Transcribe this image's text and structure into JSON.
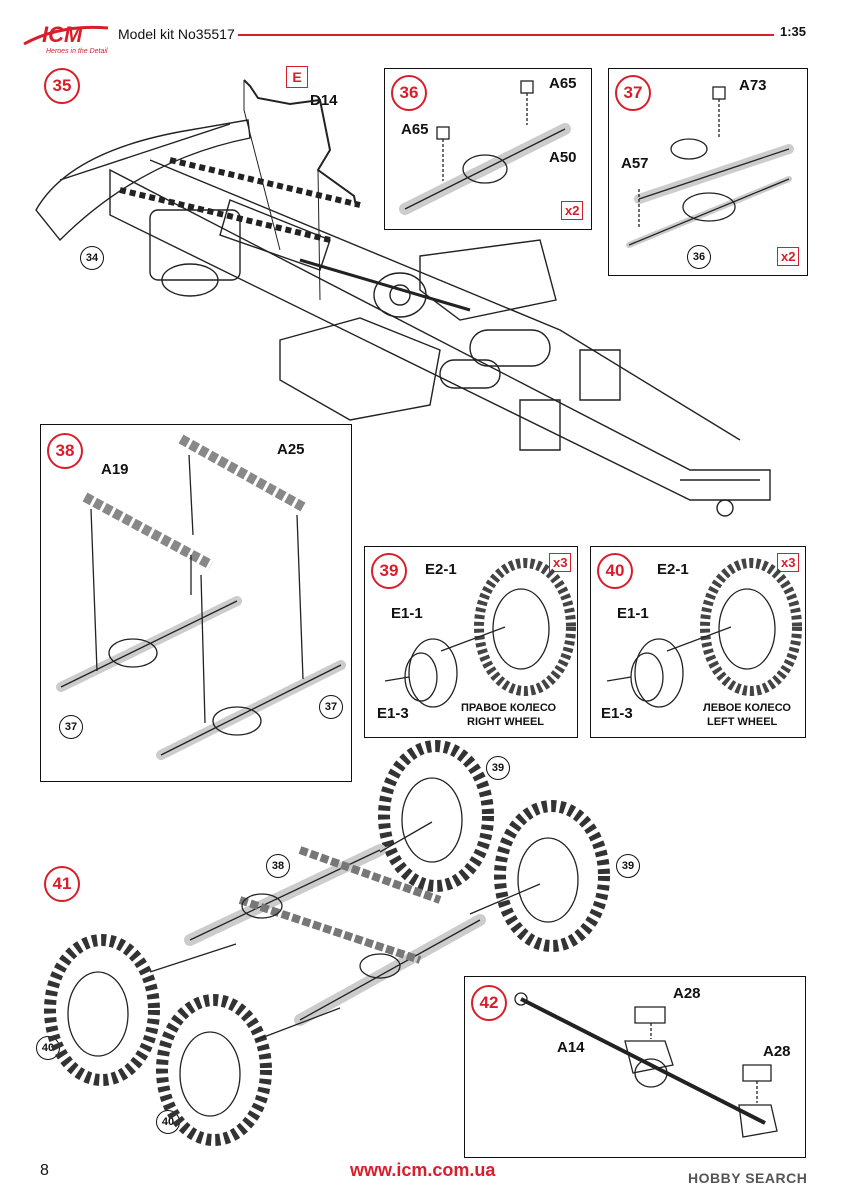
{
  "header": {
    "brand": "ICM",
    "tagline": "Heroes in the Detail",
    "kit_label": "Model kit No35517",
    "scale": "1:35"
  },
  "steps": {
    "s35": {
      "num": "35",
      "callout": "E",
      "part": "D14",
      "ref": "34"
    },
    "s36": {
      "num": "36",
      "parts": [
        "A65",
        "A65",
        "A50"
      ],
      "mult": "x2"
    },
    "s37": {
      "num": "37",
      "parts": [
        "A73",
        "A57"
      ],
      "ref": "36",
      "mult": "x2"
    },
    "s38": {
      "num": "38",
      "parts": [
        "A19",
        "A25"
      ],
      "refs": [
        "37",
        "37"
      ]
    },
    "s39": {
      "num": "39",
      "parts": [
        "E2-1",
        "E1-1",
        "E1-3"
      ],
      "mult": "x3",
      "caption_ru": "ПРАВОЕ КОЛЕСО",
      "caption_en": "RIGHT WHEEL"
    },
    "s40": {
      "num": "40",
      "parts": [
        "E2-1",
        "E1-1",
        "E1-3"
      ],
      "mult": "x3",
      "caption_ru": "ЛЕВОЕ КОЛЕСО",
      "caption_en": "LEFT WHEEL"
    },
    "s41": {
      "num": "41",
      "refs": [
        "39",
        "39",
        "38",
        "40",
        "40"
      ]
    },
    "s42": {
      "num": "42",
      "parts": [
        "A28",
        "A14",
        "A28"
      ]
    }
  },
  "footer": {
    "page_number": "8",
    "website": "www.icm.com.ua",
    "watermark": "HOBBY SEARCH"
  }
}
